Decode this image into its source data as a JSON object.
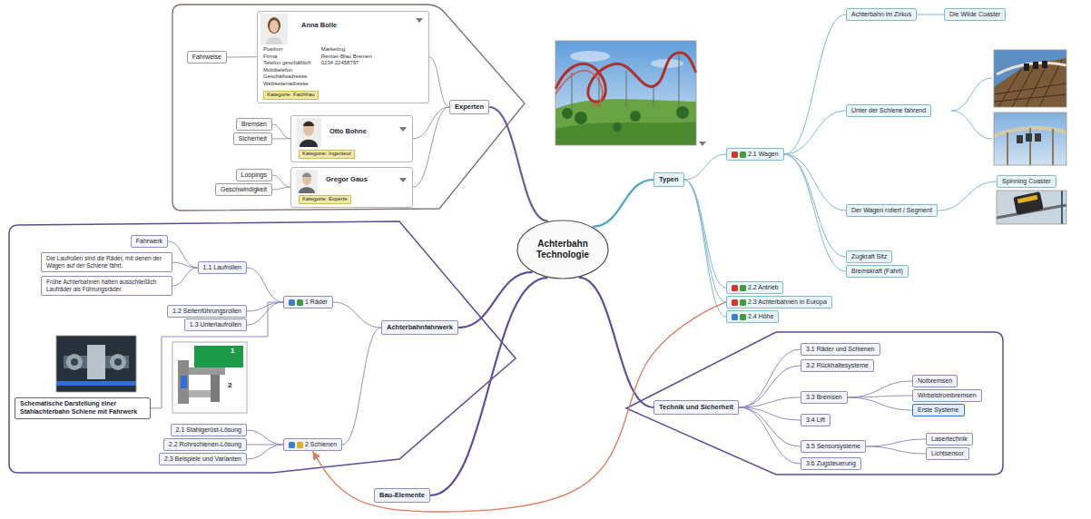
{
  "diagram": {
    "nodes": [
      {
        "text": [
          "Achterbahn Technologie"
        ]
      },
      {
        "text": [
          "Experten"
        ]
      },
      {
        "text": [
          "Anna Bolle",
          "Position",
          "Firma",
          "Telefon geschäftlich",
          "Mobiltelefon",
          "Geschäftsadresse",
          "Webseitenadresse",
          "Marketing",
          "Rentier-Blau Bremen",
          "0234 22458797",
          "Kategorie: Fachfrau"
        ]
      },
      {
        "text": [
          "Fahrweise"
        ]
      },
      {
        "text": [
          "Otto Bohne",
          "Kategorie: Ingenieur"
        ]
      },
      {
        "text": [
          "Bremsen"
        ]
      },
      {
        "text": [
          "Sicherheit"
        ]
      },
      {
        "text": [
          "Gregor Gaus",
          "Kategorie: Experte"
        ]
      },
      {
        "text": [
          "Loopings"
        ]
      },
      {
        "text": [
          "Geschwindigkeit"
        ]
      },
      {
        "text": [
          "Typen"
        ]
      },
      {
        "text": [
          "2.1 Wagen"
        ]
      },
      {
        "text": [
          "Achterbahn im Zirkus"
        ]
      },
      {
        "text": [
          "Die Wilde Coaster"
        ]
      },
      {
        "text": [
          "Unter der Schiene fahrend"
        ]
      },
      {
        "text": [
          "Der Wagen rotiert / Segment"
        ]
      },
      {
        "text": [
          "Spinning Coaster"
        ]
      },
      {
        "text": [
          "Zugkraft Sitz"
        ]
      },
      {
        "text": [
          "Bremskraft (Fahrt)"
        ]
      },
      {
        "text": [
          "2.2 Antrieb"
        ]
      },
      {
        "text": [
          "2.3 Achterbahnen in Europa"
        ]
      },
      {
        "text": [
          "2.4 Höhe"
        ]
      },
      {
        "text": [
          "Technik und Sicherheit"
        ]
      },
      {
        "text": [
          "3.1 Räder und Schienen"
        ]
      },
      {
        "text": [
          "3.2 Rückhaltesysteme"
        ]
      },
      {
        "text": [
          "3.3 Bremsen"
        ]
      },
      {
        "text": [
          "Notbremsen"
        ]
      },
      {
        "text": [
          "Wirbelstrombremsen"
        ]
      },
      {
        "text": [
          "Erste Systeme"
        ]
      },
      {
        "text": [
          "3.4 Lift"
        ]
      },
      {
        "text": [
          "3.5 Sensorsysteme"
        ]
      },
      {
        "text": [
          "Lasertechnik"
        ]
      },
      {
        "text": [
          "Lichtsensor"
        ]
      },
      {
        "text": [
          "3.6 Zugsteuerung"
        ]
      },
      {
        "text": [
          "Bau-Elemente"
        ]
      },
      {
        "text": [
          "Achterbahnfahrwerk"
        ]
      },
      {
        "text": [
          "1 Räder"
        ]
      },
      {
        "text": [
          "1.1 Laufrollen"
        ]
      },
      {
        "text": [
          "Fahrwerk"
        ]
      },
      {
        "text": [
          "Die Laufrollen sind die Räder, mit denen der Wagen auf der Schiene fährt."
        ]
      },
      {
        "text": [
          "Frühe Achterbahnen hatten ausschließlich Laufräder als Führungsräder."
        ]
      },
      {
        "text": [
          "1.2 Seitenführungsrollen"
        ]
      },
      {
        "text": [
          "1.3 Unterlaufrollen"
        ]
      },
      {
        "text": [
          "Schematische Darstellung einer Stahlachterbahn Schiene mit Fahrwerk"
        ]
      },
      {
        "text": [
          "2 Schienen"
        ]
      },
      {
        "text": [
          "2.1 Stahlgerüst-Lösung"
        ]
      },
      {
        "text": [
          "2.2 Rohrschienen-Lösung"
        ]
      },
      {
        "text": [
          "2.3 Beispiele und Varianten"
        ]
      }
    ],
    "edges": [
      {
        "from": 0,
        "to": 1,
        "arrow": "none"
      },
      {
        "from": 0,
        "to": 10,
        "arrow": "none"
      },
      {
        "from": 0,
        "to": 22,
        "arrow": "none"
      },
      {
        "from": 0,
        "to": 34,
        "arrow": "none"
      },
      {
        "from": 0,
        "to": 35,
        "arrow": "none"
      },
      {
        "from": 1,
        "to": 2,
        "arrow": "none"
      },
      {
        "from": 1,
        "to": 4,
        "arrow": "none"
      },
      {
        "from": 1,
        "to": 7,
        "arrow": "none"
      },
      {
        "from": 2,
        "to": 3,
        "arrow": "none"
      },
      {
        "from": 4,
        "to": 5,
        "arrow": "none"
      },
      {
        "from": 4,
        "to": 6,
        "arrow": "none"
      },
      {
        "from": 7,
        "to": 8,
        "arrow": "none"
      },
      {
        "from": 7,
        "to": 9,
        "arrow": "none"
      },
      {
        "from": 10,
        "to": 11,
        "arrow": "none"
      },
      {
        "from": 10,
        "to": 19,
        "arrow": "none"
      },
      {
        "from": 10,
        "to": 20,
        "arrow": "none"
      },
      {
        "from": 10,
        "to": 21,
        "arrow": "none"
      },
      {
        "from": 11,
        "to": 12,
        "arrow": "none"
      },
      {
        "from": 11,
        "to": 14,
        "arrow": "none"
      },
      {
        "from": 11,
        "to": 15,
        "arrow": "none"
      },
      {
        "from": 11,
        "to": 17,
        "arrow": "none"
      },
      {
        "from": 11,
        "to": 18,
        "arrow": "none"
      },
      {
        "from": 12,
        "to": 13,
        "arrow": "none"
      },
      {
        "from": 15,
        "to": 16,
        "arrow": "none"
      },
      {
        "from": 22,
        "to": 23,
        "arrow": "none"
      },
      {
        "from": 22,
        "to": 24,
        "arrow": "none"
      },
      {
        "from": 22,
        "to": 25,
        "arrow": "none"
      },
      {
        "from": 22,
        "to": 29,
        "arrow": "none"
      },
      {
        "from": 22,
        "to": 30,
        "arrow": "none"
      },
      {
        "from": 22,
        "to": 33,
        "arrow": "none"
      },
      {
        "from": 25,
        "to": 26,
        "arrow": "none"
      },
      {
        "from": 25,
        "to": 27,
        "arrow": "none"
      },
      {
        "from": 25,
        "to": 28,
        "arrow": "none"
      },
      {
        "from": 30,
        "to": 31,
        "arrow": "none"
      },
      {
        "from": 30,
        "to": 32,
        "arrow": "none"
      },
      {
        "from": 35,
        "to": 36,
        "arrow": "none"
      },
      {
        "from": 35,
        "to": 44,
        "arrow": "none"
      },
      {
        "from": 36,
        "to": 37,
        "arrow": "none"
      },
      {
        "from": 36,
        "to": 41,
        "arrow": "none"
      },
      {
        "from": 36,
        "to": 42,
        "arrow": "none"
      },
      {
        "from": 36,
        "to": 43,
        "arrow": "none"
      },
      {
        "from": 37,
        "to": 38,
        "arrow": "none"
      },
      {
        "from": 37,
        "to": 39,
        "arrow": "none"
      },
      {
        "from": 37,
        "to": 40,
        "arrow": "none"
      },
      {
        "from": 44,
        "to": 45,
        "arrow": "none"
      },
      {
        "from": 44,
        "to": 46,
        "arrow": "none"
      },
      {
        "from": 44,
        "to": 47,
        "arrow": "none"
      },
      {
        "from": 20,
        "to": 44,
        "arrow": "to"
      }
    ],
    "labels": [
      "1",
      "2"
    ]
  }
}
